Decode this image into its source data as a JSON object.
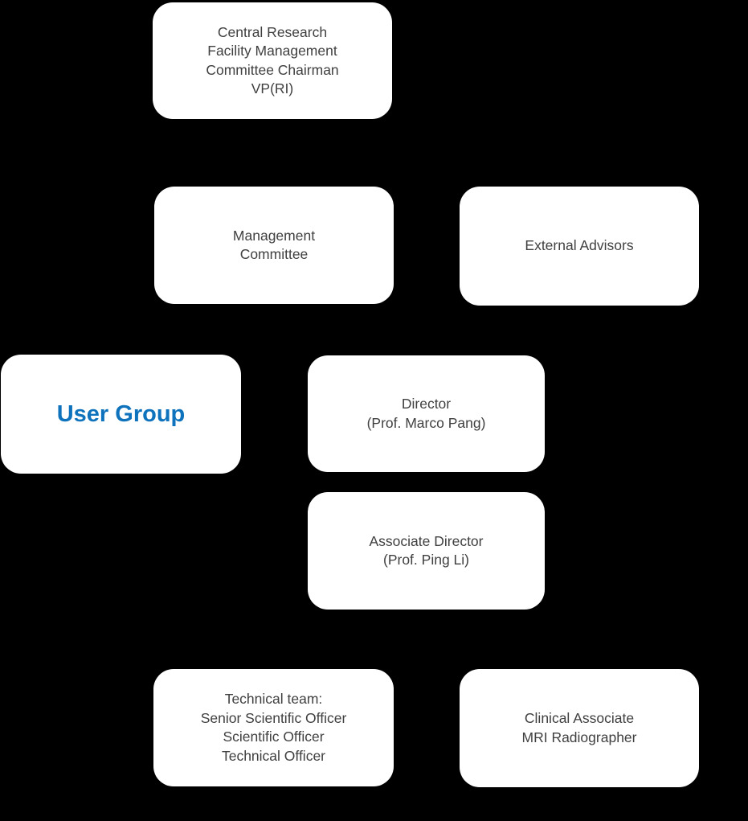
{
  "diagram": {
    "type": "org-chart",
    "background_color": "#000000",
    "box_fill_color": "#FFFFFF",
    "text_color": "#404040",
    "accent_text_color": "#0E73BC"
  },
  "boxes": {
    "chairman": {
      "label": "Central Research\nFacility Management\nCommittee Chairman\nVP(RI)"
    },
    "management": {
      "label": "Management\nCommittee"
    },
    "external_advisors": {
      "label": "External Advisors"
    },
    "user_group": {
      "label": "User Group"
    },
    "director": {
      "label": "Director\n(Prof. Marco Pang)"
    },
    "associate_director": {
      "label": "Associate Director\n(Prof. Ping Li)"
    },
    "technical_team": {
      "label": "Technical team:\nSenior Scientific Officer\nScientific Officer\nTechnical Officer"
    },
    "clinical_associate": {
      "label": "Clinical Associate\nMRI Radiographer"
    }
  }
}
